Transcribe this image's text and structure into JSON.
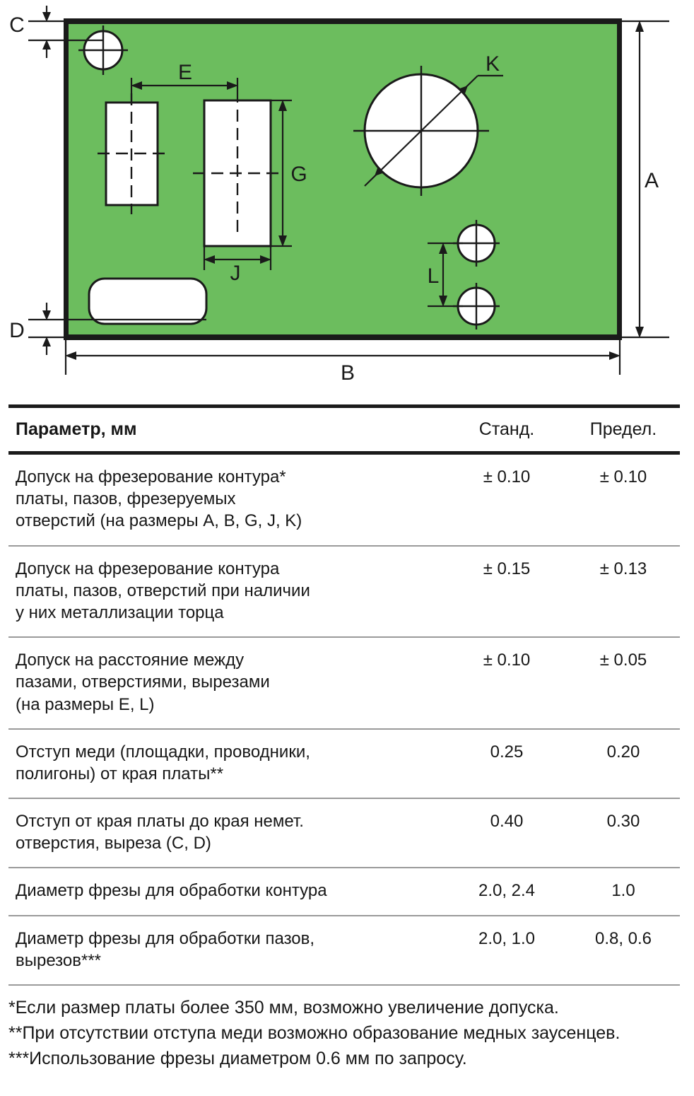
{
  "drawing": {
    "title": "pcb-mechanical-tolerance-drawing",
    "board_color": "#6cbd5e",
    "line_color": "#1a1a1a",
    "hole_fill": "#ffffff",
    "dimension_labels": {
      "A": "A",
      "B": "B",
      "C": "C",
      "D": "D",
      "E": "E",
      "G": "G",
      "J": "J",
      "K": "K",
      "L": "L"
    }
  },
  "table": {
    "columns": [
      "Параметр, мм",
      "Станд.",
      "Предел."
    ],
    "rows": [
      {
        "param_lines": [
          "Допуск на фрезерование контура*",
          "платы, пазов, фрезеруемых",
          "отверстий (на размеры A, B, G, J, K)"
        ],
        "std": "± 0.10",
        "limit": "± 0.10"
      },
      {
        "param_lines": [
          "Допуск на фрезерование контура",
          "платы, пазов, отверстий при наличии",
          "у них металлизации торца"
        ],
        "std": "± 0.15",
        "limit": "± 0.13"
      },
      {
        "param_lines": [
          "Допуск на расстояние между",
          "пазами, отверстиями, вырезами",
          "(на размеры E, L)"
        ],
        "std": "± 0.10",
        "limit": "± 0.05"
      },
      {
        "param_lines": [
          "Отступ меди (площадки, проводники,",
          "полигоны) от края платы**"
        ],
        "std": "0.25",
        "limit": "0.20"
      },
      {
        "param_lines": [
          "Отступ от края платы до края немет.",
          "отверстия, выреза (C, D)"
        ],
        "std": "0.40",
        "limit": "0.30"
      },
      {
        "param_lines": [
          "Диаметр фрезы для обработки контура"
        ],
        "std": "2.0, 2.4",
        "limit": "1.0"
      },
      {
        "param_lines": [
          "Диаметр фрезы для обработки пазов,",
          "вырезов***"
        ],
        "std": "2.0, 1.0",
        "limit": "0.8, 0.6"
      }
    ]
  },
  "footnotes": [
    "*Если размер платы более 350 мм, возможно увеличение допуска.",
    "**При отсутствии отступа меди возможно образование медных заусенцев.",
    "***Использование фрезы диаметром 0.6 мм по запросу."
  ]
}
